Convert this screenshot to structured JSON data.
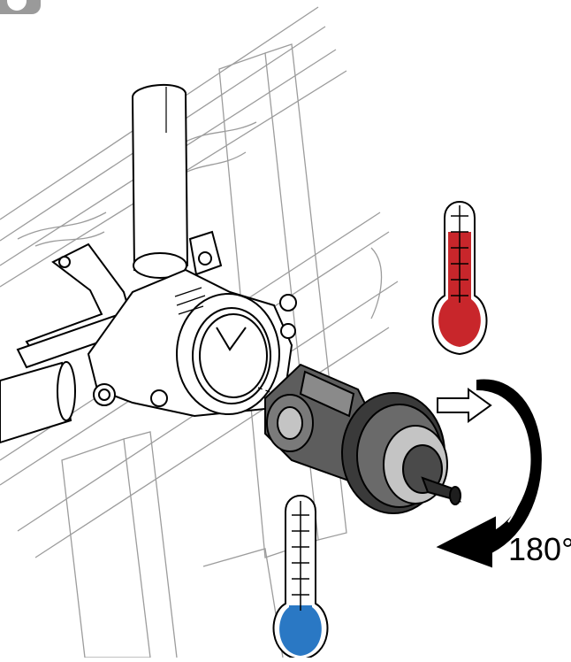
{
  "rotation": {
    "angle_label": "180°"
  },
  "thermometers": {
    "hot": {
      "color": "#c8262b"
    },
    "cold": {
      "color": "#2a78c4"
    }
  },
  "colors": {
    "line": "#000000",
    "metal_dark": "#3a3a3a",
    "metal_mid": "#7a7a7a",
    "metal_light": "#c4c4c4",
    "badge": "#9a9a9a"
  },
  "icons": [
    "step-badge",
    "wall-frame",
    "pipe",
    "valve-body",
    "cartridge",
    "hot-thermometer-icon",
    "cold-thermometer-icon",
    "rotate-arrow-icon"
  ]
}
